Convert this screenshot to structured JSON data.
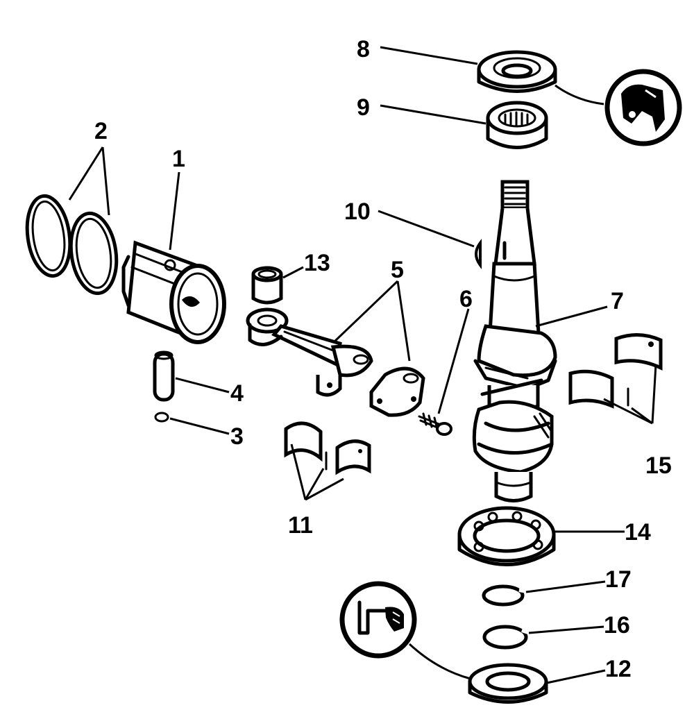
{
  "diagram": {
    "callouts": [
      {
        "id": "1",
        "label": "1"
      },
      {
        "id": "2",
        "label": "2"
      },
      {
        "id": "3",
        "label": "3"
      },
      {
        "id": "4",
        "label": "4"
      },
      {
        "id": "5",
        "label": "5"
      },
      {
        "id": "6",
        "label": "6"
      },
      {
        "id": "7",
        "label": "7"
      },
      {
        "id": "8",
        "label": "8"
      },
      {
        "id": "9",
        "label": "9"
      },
      {
        "id": "10",
        "label": "10"
      },
      {
        "id": "11",
        "label": "11"
      },
      {
        "id": "12",
        "label": "12"
      },
      {
        "id": "13",
        "label": "13"
      },
      {
        "id": "14",
        "label": "14"
      },
      {
        "id": "15",
        "label": "15"
      },
      {
        "id": "16",
        "label": "16"
      },
      {
        "id": "17",
        "label": "17"
      }
    ],
    "parts": [
      {
        "id": "piston-rings",
        "callout": "2"
      },
      {
        "id": "piston",
        "callout": "1"
      },
      {
        "id": "retaining-ring",
        "callout": "3"
      },
      {
        "id": "piston-pin",
        "callout": "4"
      },
      {
        "id": "connecting-rod",
        "callout": "5"
      },
      {
        "id": "rod-screw",
        "callout": "6"
      },
      {
        "id": "crankshaft",
        "callout": "7"
      },
      {
        "id": "upper-seal",
        "callout": "8"
      },
      {
        "id": "upper-bearing",
        "callout": "9"
      },
      {
        "id": "key",
        "callout": "10"
      },
      {
        "id": "rod-bearing-liners",
        "callout": "11"
      },
      {
        "id": "lower-seal",
        "callout": "12"
      },
      {
        "id": "needle-bearing",
        "callout": "13"
      },
      {
        "id": "lower-ball-bearing",
        "callout": "14"
      },
      {
        "id": "main-bearing-liners",
        "callout": "15"
      },
      {
        "id": "retaining-ring-lower",
        "callout": "16"
      },
      {
        "id": "snap-ring",
        "callout": "17"
      }
    ],
    "icons": [
      "seal-installation-icon-top",
      "seal-installation-icon-bottom"
    ]
  }
}
